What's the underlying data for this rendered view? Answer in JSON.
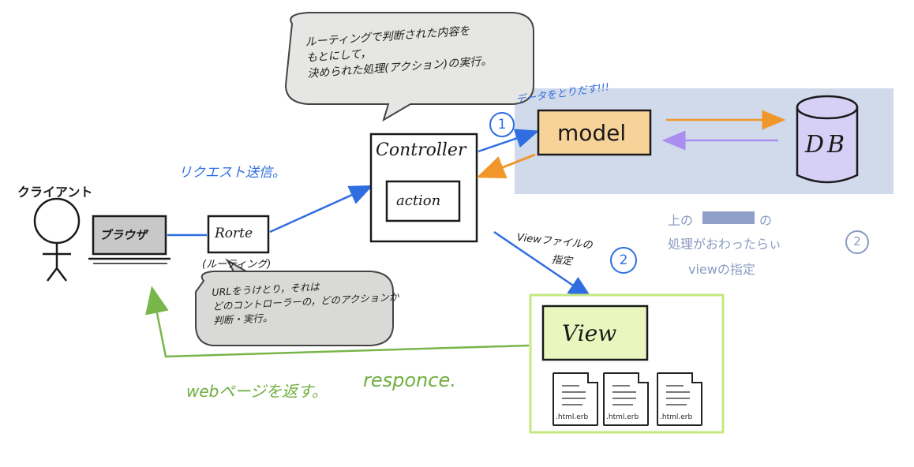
{
  "client": {
    "label": "クライアント"
  },
  "browser": {
    "label": "ブラウザ"
  },
  "route": {
    "label": "Rorte",
    "sub_label": "(ルーティング)"
  },
  "request": {
    "label": "リクエスト送信。"
  },
  "controller": {
    "label": "Controller",
    "action_label": "action"
  },
  "bubble_top": {
    "line1": "ルーティングで判断された内容を",
    "line2": "もとにして，",
    "line3": "決められた処理(アクション)の実行。"
  },
  "bubble_bottom": {
    "line1": "URLをうけとり，それは",
    "line2": "どのコントローラーの，どのアクションか",
    "line3": "判断・実行。"
  },
  "model_step": {
    "number": "1",
    "caption": "データをとりだす!!!"
  },
  "model": {
    "label": "model"
  },
  "db": {
    "label": "DB"
  },
  "note": {
    "prefix": "上の",
    "suffix": "の",
    "line2": "処理がおわったらぃ",
    "number": "2",
    "line3": "viewの指定"
  },
  "view_step": {
    "line1": "Viewファイルの",
    "line2": "指定",
    "number": "2"
  },
  "view": {
    "label": "View",
    "files": [
      ".html.erb",
      ".html.erb",
      ".html.erb"
    ]
  },
  "response": {
    "label": "webページを返す。",
    "label2": "responce."
  },
  "colors": {
    "blue": "#2f6de0",
    "orange": "#f0962a",
    "purple": "#a98ef0",
    "green": "#79b64a",
    "model_fill": "#f7d39a",
    "view_fill": "#e9f7bf",
    "db_fill": "#d6d0f7",
    "region_fill": "#c9d3e6"
  }
}
